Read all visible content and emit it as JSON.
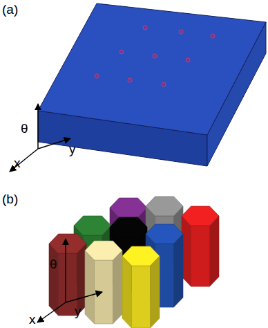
{
  "diagram": {
    "labels": [
      "(a)",
      "θ",
      "y",
      "x",
      "(b)",
      "θ",
      "y",
      "x"
    ]
  }
}
